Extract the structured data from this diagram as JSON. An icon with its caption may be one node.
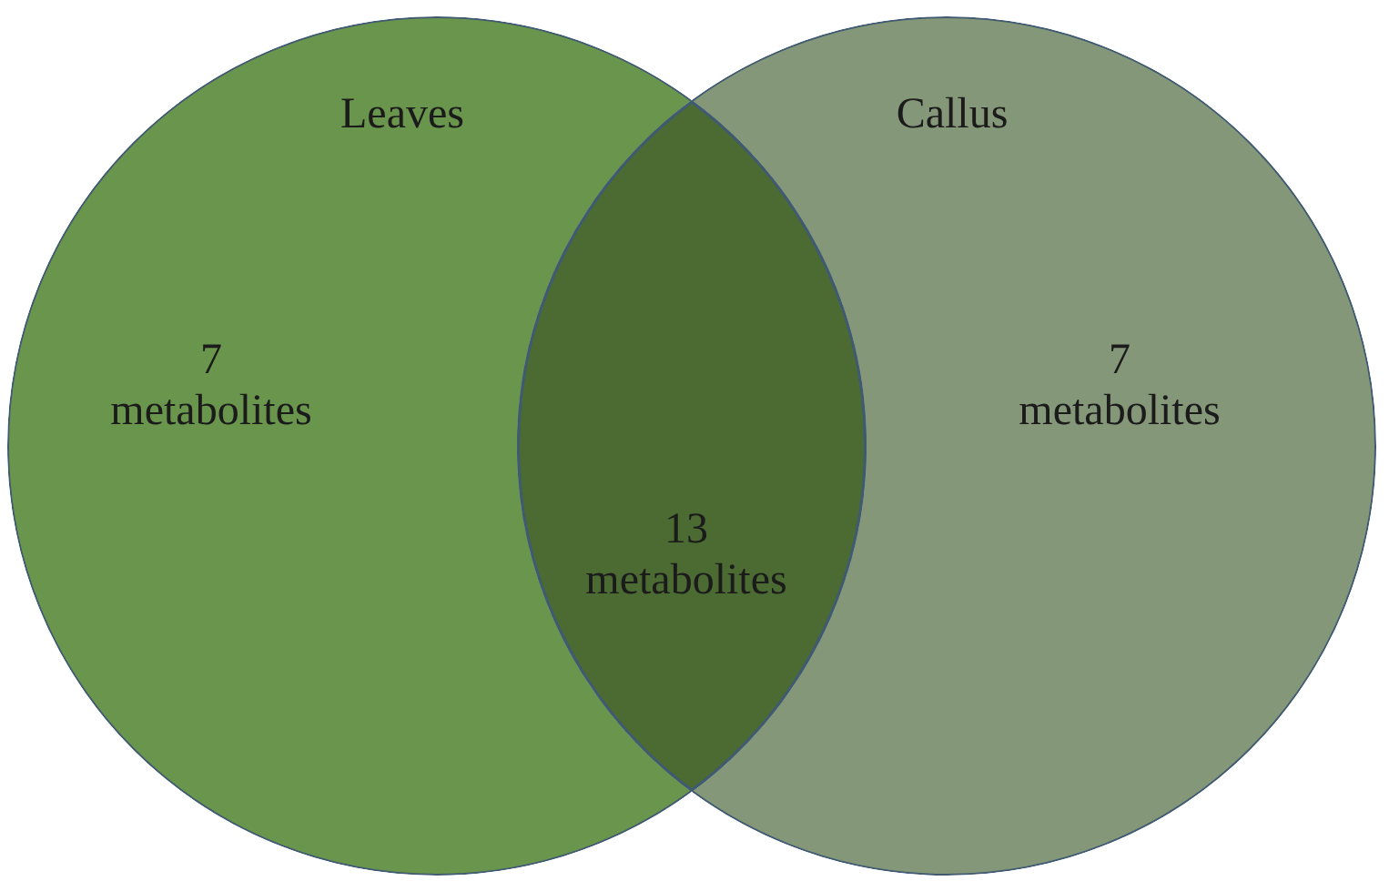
{
  "diagram": {
    "nodes": [
      {
        "text": [
          "Leaves",
          "7 metabolites"
        ]
      },
      {
        "text": [
          "Callus",
          "7 metabolites"
        ]
      },
      {
        "text": [
          "13 metabolites"
        ]
      }
    ]
  }
}
